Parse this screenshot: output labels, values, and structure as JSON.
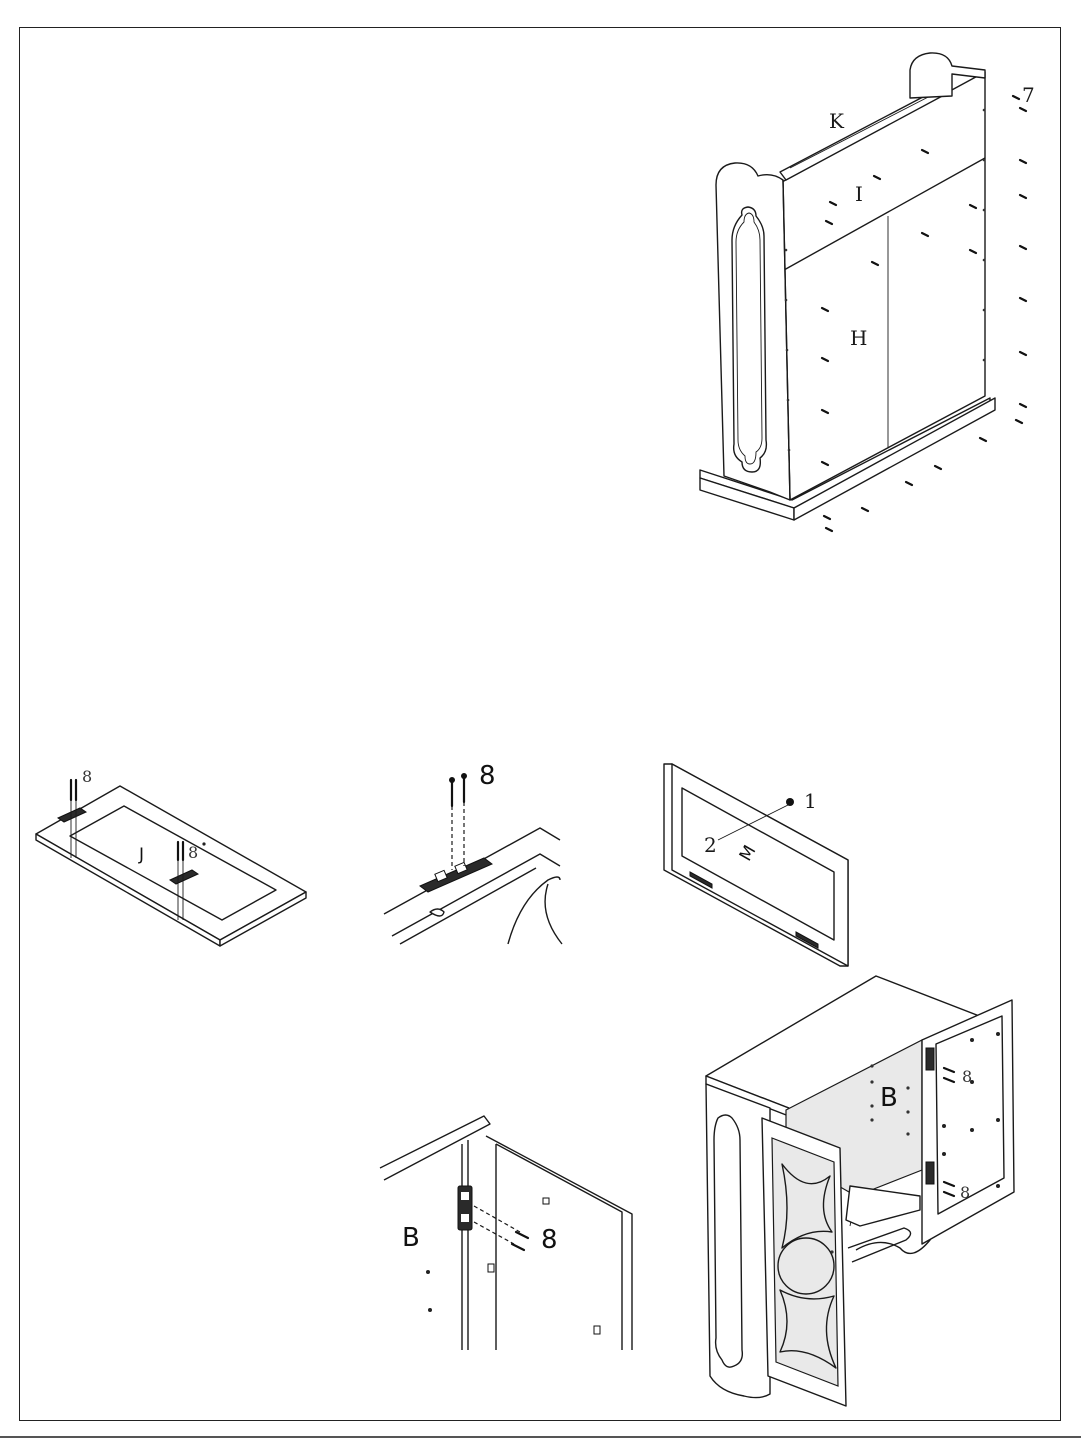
{
  "figure1": {
    "labels": {
      "k": "K",
      "i": "I",
      "h": "H",
      "screw": "7"
    }
  },
  "figure2": {
    "labels": {
      "panel": "J",
      "screw_a": "8",
      "screw_b": "8"
    }
  },
  "figure3": {
    "labels": {
      "screw": "8"
    }
  },
  "figure4": {
    "labels": {
      "part1": "1",
      "part2": "2",
      "panel": "M"
    }
  },
  "figure5": {
    "labels": {
      "side": "B",
      "screw": "8"
    }
  },
  "figure6": {
    "labels": {
      "side": "B",
      "screw_top": "8",
      "screw_bottom": "8"
    }
  }
}
